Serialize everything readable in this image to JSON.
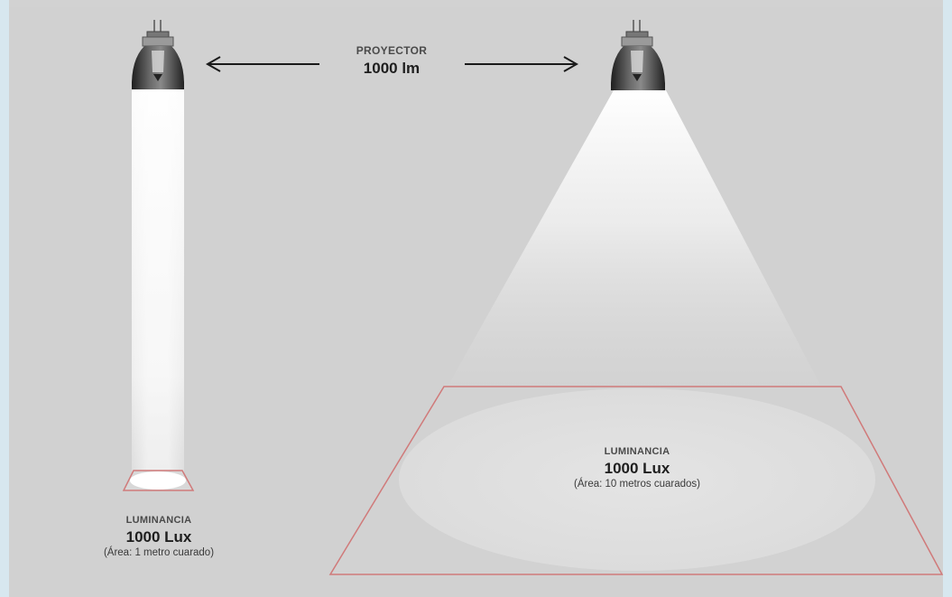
{
  "projector": {
    "label": "PROYECTOR",
    "value": "1000 lm"
  },
  "left_result": {
    "title": "LUMINANCIA",
    "value": "1000 Lux",
    "note": "(Área: 1 metro cuarado)"
  },
  "right_result": {
    "title": "LUMINANCIA",
    "value": "1000 Lux",
    "note": "(Área: 10 metros cuarados)"
  },
  "colors": {
    "background": "#d1d1d1",
    "side_band": "#d7e7ef",
    "area_outline": "#d07a7a",
    "beam": "#ffffff",
    "lamp_body": "#3a3a3a"
  }
}
